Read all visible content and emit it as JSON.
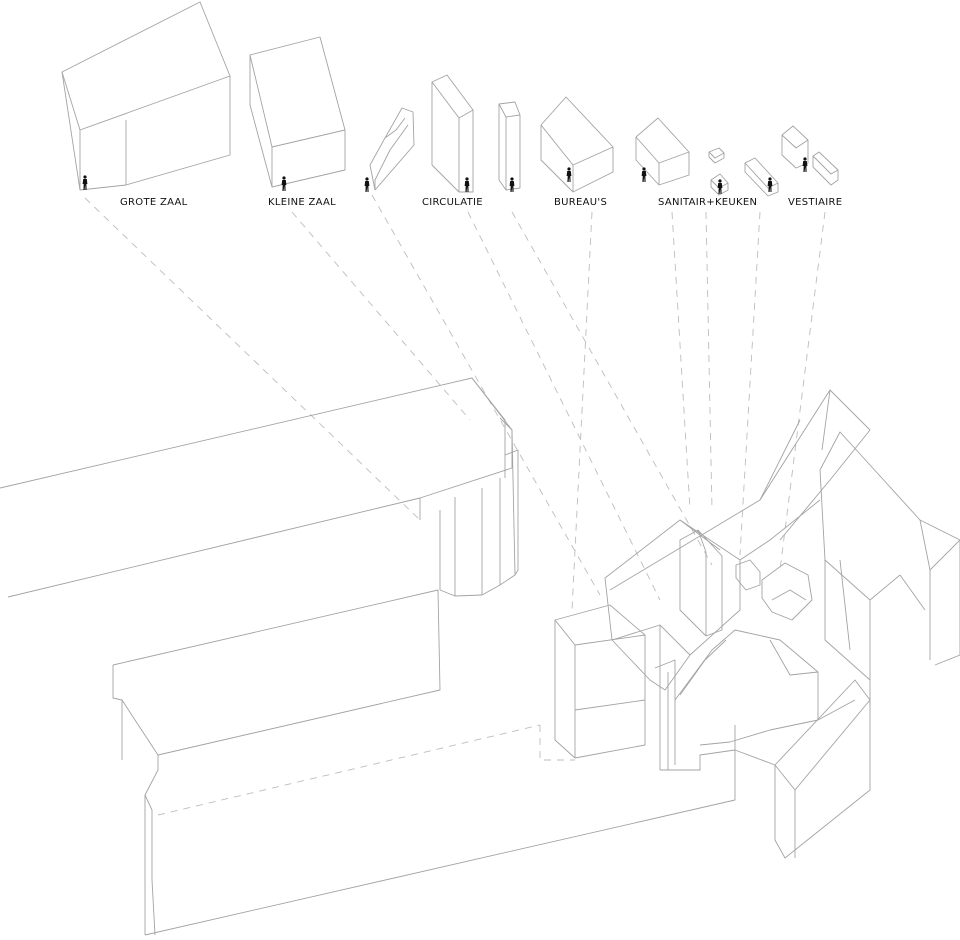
{
  "labels": {
    "grote_zaal": "GROTE ZAAL",
    "kleine_zaal": "KLEINE ZAAL",
    "circulatie": "CIRCULATIE",
    "bureaus": "BUREAU'S",
    "sanitair_keuken": "SANITAIR+KEUKEN",
    "vestiaire": "VESTIAIRE"
  },
  "colors": {
    "line": "#a3a3a3",
    "dashed": "#bdbdbd",
    "text": "#111111",
    "background": "#ffffff"
  }
}
